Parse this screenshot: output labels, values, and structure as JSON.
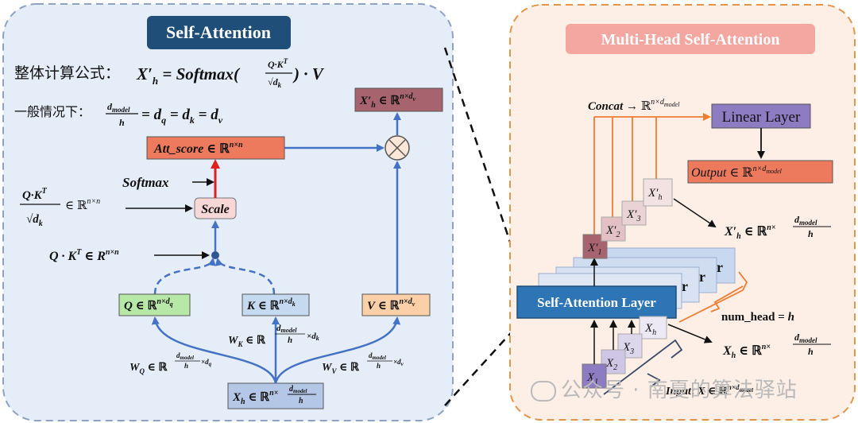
{
  "self_attention": {
    "title": "Self-Attention",
    "formula_prefix": "整体计算公式：",
    "formula_main": "X′h = Softmax(Q·Kᵀ/√dk) · V",
    "general_prefix": "一般情况下：",
    "general_eq": "dmodel/h = dq = dk = dv",
    "att_score": "Att_score ∈ ℝⁿˣⁿ",
    "softmax": "Softmax",
    "scale": "Scale",
    "scaled_qk": "Q·Kᵀ/√dk ∈ ℝⁿˣⁿ",
    "qk": "Q · Kᵀ ∈ Rⁿˣⁿ",
    "output": "X′h ∈ ℝⁿˣᵈᵛ",
    "q": "Q ∈ ℝⁿˣᵈq",
    "k": "K ∈ ℝⁿˣᵈk",
    "v": "V ∈ ℝⁿˣᵈᵛ",
    "wq": "WQ ∈ ℝ(dmodel/h)×dq",
    "wk": "WK ∈ ℝ(dmodel/h)×dk",
    "wv": "WV ∈ ℝ(dmodel/h)×dv",
    "xh": "Xh ∈ ℝⁿˣ(dmodel/h)"
  },
  "multi_head": {
    "title": "Multi-Head Self-Attention",
    "concat": "Concat → ℝⁿˣᵈmodel",
    "linear": "Linear Layer",
    "output": "Output ∈ ℝⁿˣᵈmodel",
    "sa_layer": "Self-Attention Layer",
    "layer_stub": "r",
    "x1p": "X′1",
    "x2p": "X′2",
    "x3p": "X′3",
    "xhp": "X′h",
    "x1": "X1",
    "x2": "X2",
    "x3": "X3",
    "xh": "Xh",
    "xhp_dim": "X′h ∈ ℝⁿˣ(dmodel/h)",
    "xh_dim": "Xh ∈ ℝⁿˣ(dmodel/h)",
    "num_head": "num_head = h",
    "input": "Input: X ∈ ℝⁿˣᵈmodel"
  },
  "watermark": "公众号 · 南夏的算法驿站",
  "colors": {
    "panel_left_bg": "#e5eef8",
    "panel_right_bg": "#fdeee6",
    "title_left": "#1f4e79",
    "title_right": "#f4a6a0",
    "arrow_blue": "#4472c4",
    "arrow_red": "#e02020",
    "arrow_orange": "#ed7d31"
  }
}
